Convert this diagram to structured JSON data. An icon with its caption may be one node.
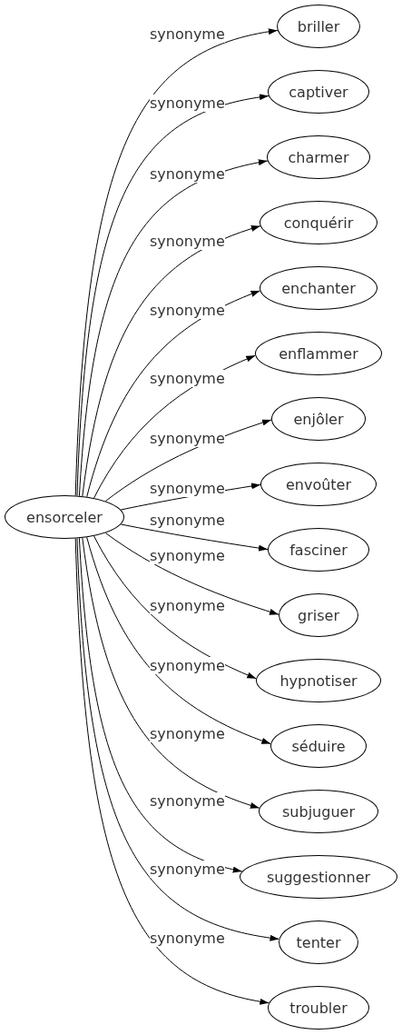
{
  "diagram": {
    "nodes": [
      {
        "text": [
          "ensorceler"
        ]
      },
      {
        "text": [
          "briller"
        ]
      },
      {
        "text": [
          "captiver"
        ]
      },
      {
        "text": [
          "charmer"
        ]
      },
      {
        "text": [
          "conquérir"
        ]
      },
      {
        "text": [
          "enchanter"
        ]
      },
      {
        "text": [
          "enflammer"
        ]
      },
      {
        "text": [
          "enjôler"
        ]
      },
      {
        "text": [
          "envoûter"
        ]
      },
      {
        "text": [
          "fasciner"
        ]
      },
      {
        "text": [
          "griser"
        ]
      },
      {
        "text": [
          "hypnotiser"
        ]
      },
      {
        "text": [
          "séduire"
        ]
      },
      {
        "text": [
          "subjuguer"
        ]
      },
      {
        "text": [
          "suggestionner"
        ]
      },
      {
        "text": [
          "tenter"
        ]
      },
      {
        "text": [
          "troubler"
        ]
      }
    ],
    "edges": [
      {
        "from": 0,
        "to": 1,
        "arrow": "to",
        "label": "synonyme"
      },
      {
        "from": 0,
        "to": 2,
        "arrow": "to",
        "label": "synonyme"
      },
      {
        "from": 0,
        "to": 3,
        "arrow": "to",
        "label": "synonyme"
      },
      {
        "from": 0,
        "to": 4,
        "arrow": "to",
        "label": "synonyme"
      },
      {
        "from": 0,
        "to": 5,
        "arrow": "to",
        "label": "synonyme"
      },
      {
        "from": 0,
        "to": 6,
        "arrow": "to",
        "label": "synonyme"
      },
      {
        "from": 0,
        "to": 7,
        "arrow": "to",
        "label": "synonyme"
      },
      {
        "from": 0,
        "to": 8,
        "arrow": "to",
        "label": "synonyme"
      },
      {
        "from": 0,
        "to": 9,
        "arrow": "to",
        "label": "synonyme"
      },
      {
        "from": 0,
        "to": 10,
        "arrow": "to",
        "label": "synonyme"
      },
      {
        "from": 0,
        "to": 11,
        "arrow": "to",
        "label": "synonyme"
      },
      {
        "from": 0,
        "to": 12,
        "arrow": "to",
        "label": "synonyme"
      },
      {
        "from": 0,
        "to": 13,
        "arrow": "to",
        "label": "synonyme"
      },
      {
        "from": 0,
        "to": 14,
        "arrow": "to",
        "label": "synonyme"
      },
      {
        "from": 0,
        "to": 15,
        "arrow": "to",
        "label": "synonyme"
      },
      {
        "from": 0,
        "to": 16,
        "arrow": "to",
        "label": "synonyme"
      }
    ]
  }
}
